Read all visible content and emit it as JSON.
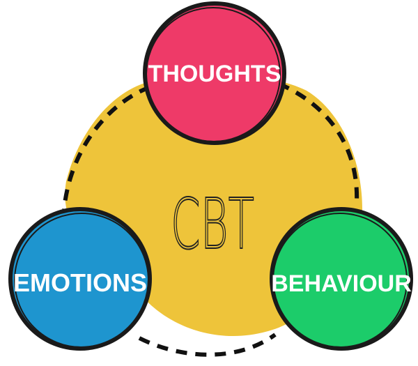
{
  "title": "CBT",
  "nodes": [
    {
      "label": "THOUGHTS",
      "color": "#ee3a68"
    },
    {
      "label": "EMOTIONS",
      "color": "#1e95cf"
    },
    {
      "label": "BEHAVIOUR",
      "color": "#1ccc6a"
    }
  ],
  "background_color": "#eec43a"
}
